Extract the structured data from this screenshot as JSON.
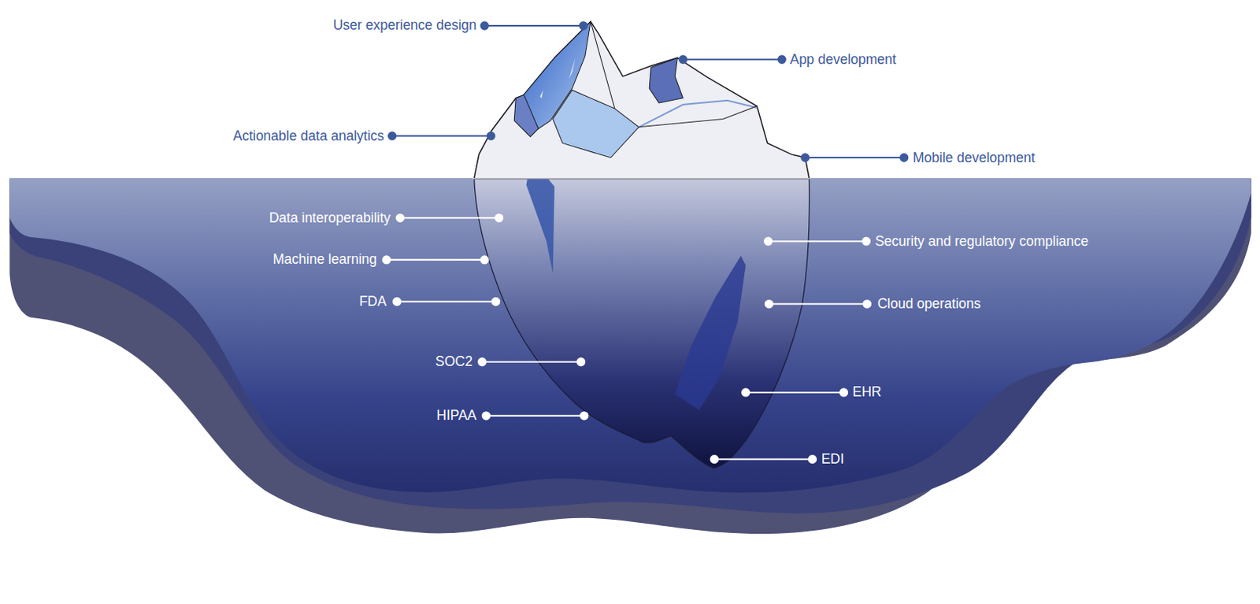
{
  "diagram": {
    "labels": [
      "User experience design",
      "App development",
      "Actionable data analytics",
      "Mobile development",
      "Data interoperability",
      "Security and regulatory compliance",
      "Machine learning",
      "FDA",
      "Cloud operations",
      "SOC2",
      "EHR",
      "HIPAA",
      "EDI"
    ]
  }
}
